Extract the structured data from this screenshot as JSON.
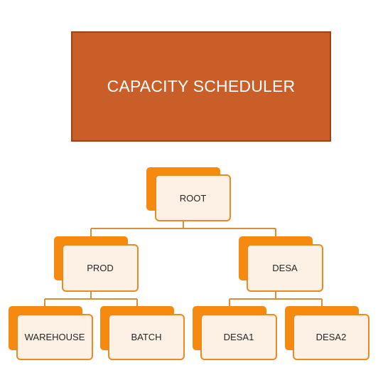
{
  "title": "CAPACITY SCHEDULER",
  "colors": {
    "title_fill": "#c95e28",
    "node_accent": "#f58a0f",
    "node_fill": "#fdf1e6",
    "connector": "#d98e3c"
  },
  "tree": {
    "root": "ROOT",
    "level1": [
      "PROD",
      "DESA"
    ],
    "prod_children": [
      "WAREHOUSE",
      "BATCH"
    ],
    "desa_children": [
      "DESA1",
      "DESA2"
    ]
  }
}
